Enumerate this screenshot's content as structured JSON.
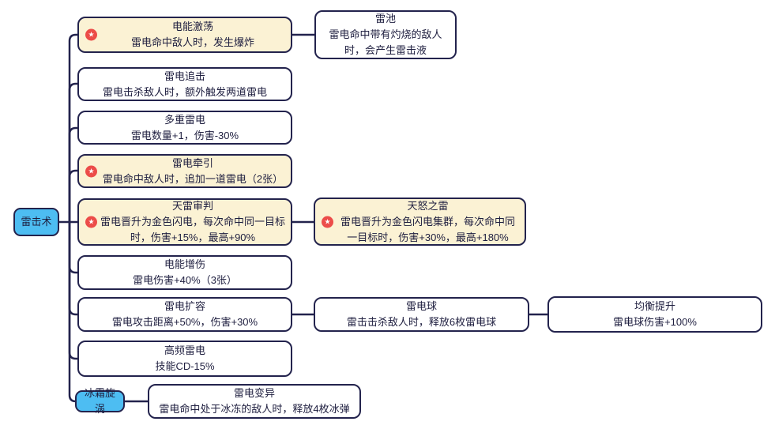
{
  "badge": {
    "glyph": "★"
  },
  "colors": {
    "accent_blue": "#4dbdf2",
    "node_cream": "#fbf2d4",
    "node_white": "#ffffff",
    "outline_navy": "#23234d",
    "badge_red": "#ec4c49",
    "text": "#1e1e3f"
  },
  "nodes": [
    {
      "title": "雷击术"
    },
    {
      "title": "电能激荡",
      "desc": "雷电命中敌人时，发生爆炸",
      "starred": true
    },
    {
      "title": "雷池",
      "desc": "雷电命中带有灼烧的敌人时，会产生雷击液"
    },
    {
      "title": "雷电追击",
      "desc": "雷电击杀敌人时，额外触发两道雷电"
    },
    {
      "title": "多重雷电",
      "desc": "雷电数量+1，伤害-30%"
    },
    {
      "title": "雷电牵引",
      "desc": "雷电命中敌人时，追加一道雷电（2张）",
      "starred": true
    },
    {
      "title": "天雷审判",
      "desc": "雷电晋升为金色闪电，每次命中同一目标时，伤害+15%，最高+90%",
      "starred": true
    },
    {
      "title": "天怒之雷",
      "desc": "雷电晋升为金色闪电集群，每次命中同一目标时，伤害+30%，最高+180%",
      "starred": true
    },
    {
      "title": "电能增伤",
      "desc": "雷电伤害+40%（3张）"
    },
    {
      "title": "雷电扩容",
      "desc": "雷电攻击距离+50%，伤害+30%"
    },
    {
      "title": "雷电球",
      "desc": "雷击击杀敌人时，释放6枚雷电球"
    },
    {
      "title": "均衡提升",
      "desc": "雷电球伤害+100%"
    },
    {
      "title": "高频雷电",
      "desc": "技能CD-15%"
    },
    {
      "title": "冰霜旋涡"
    },
    {
      "title": "雷电变异",
      "desc": "雷电命中处于冰冻的敌人时，释放4枚冰弹"
    }
  ],
  "edges": [
    [
      "雷击术",
      "电能激荡"
    ],
    [
      "电能激荡",
      "雷池"
    ],
    [
      "雷击术",
      "雷电追击"
    ],
    [
      "雷击术",
      "多重雷电"
    ],
    [
      "雷击术",
      "雷电牵引"
    ],
    [
      "雷击术",
      "天雷审判"
    ],
    [
      "天雷审判",
      "天怒之雷"
    ],
    [
      "雷击术",
      "电能增伤"
    ],
    [
      "雷击术",
      "雷电扩容"
    ],
    [
      "雷电扩容",
      "雷电球"
    ],
    [
      "雷电球",
      "均衡提升"
    ],
    [
      "雷击术",
      "高频雷电"
    ],
    [
      "雷击术",
      "冰霜旋涡"
    ],
    [
      "冰霜旋涡",
      "雷电变异"
    ]
  ]
}
